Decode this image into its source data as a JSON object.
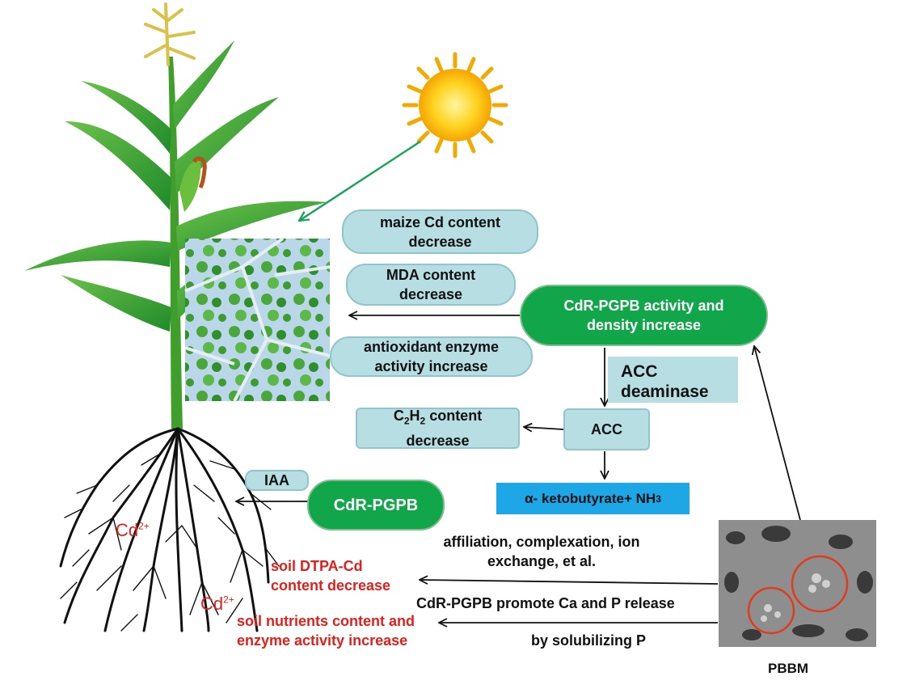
{
  "boxes": {
    "maize_cd": [
      "maize Cd content",
      "decrease"
    ],
    "mda": [
      "MDA content",
      "decrease"
    ],
    "antioxidant": [
      "antioxidant enzyme",
      "activity increase"
    ],
    "c2h2_prefix": "C",
    "c2h2_sub1": "2",
    "c2h2_mid": "H",
    "c2h2_sub2": "2",
    "c2h2_suffix": " content",
    "c2h2_line2": "decrease",
    "acc": "ACC",
    "iaa": "IAA",
    "cdr_activity": [
      "CdR-PGPB activity and",
      "density increase"
    ],
    "cdr_pgpb": "CdR-PGPB",
    "acc_deaminase": [
      "ACC",
      "deaminase"
    ],
    "ketobutyrate_text": "α- ketobutyrate+ NH",
    "ketobutyrate_sub": "3"
  },
  "labels": {
    "affiliation": [
      "affiliation, complexation, ion",
      "exchange, et al."
    ],
    "promote": "CdR-PGPB promote Ca and P release",
    "solubilizing": "by solubilizing P",
    "soil_dtpa": [
      "soil DTPA-Cd",
      "content decrease"
    ],
    "soil_nutrients": [
      "soil nutrients content and",
      "enzyme activity increase"
    ],
    "pbbm": "PBBM",
    "cd_ion": "Cd",
    "cd_charge": "2+"
  },
  "colors": {
    "box_fill": "#b7dfe3",
    "green_fill": "#12a64b",
    "blue_fill": "#1da7e6",
    "red_text": "#e0201b",
    "sun_yellow": "#ffc20e",
    "plant_green": "#2e9a2e"
  }
}
